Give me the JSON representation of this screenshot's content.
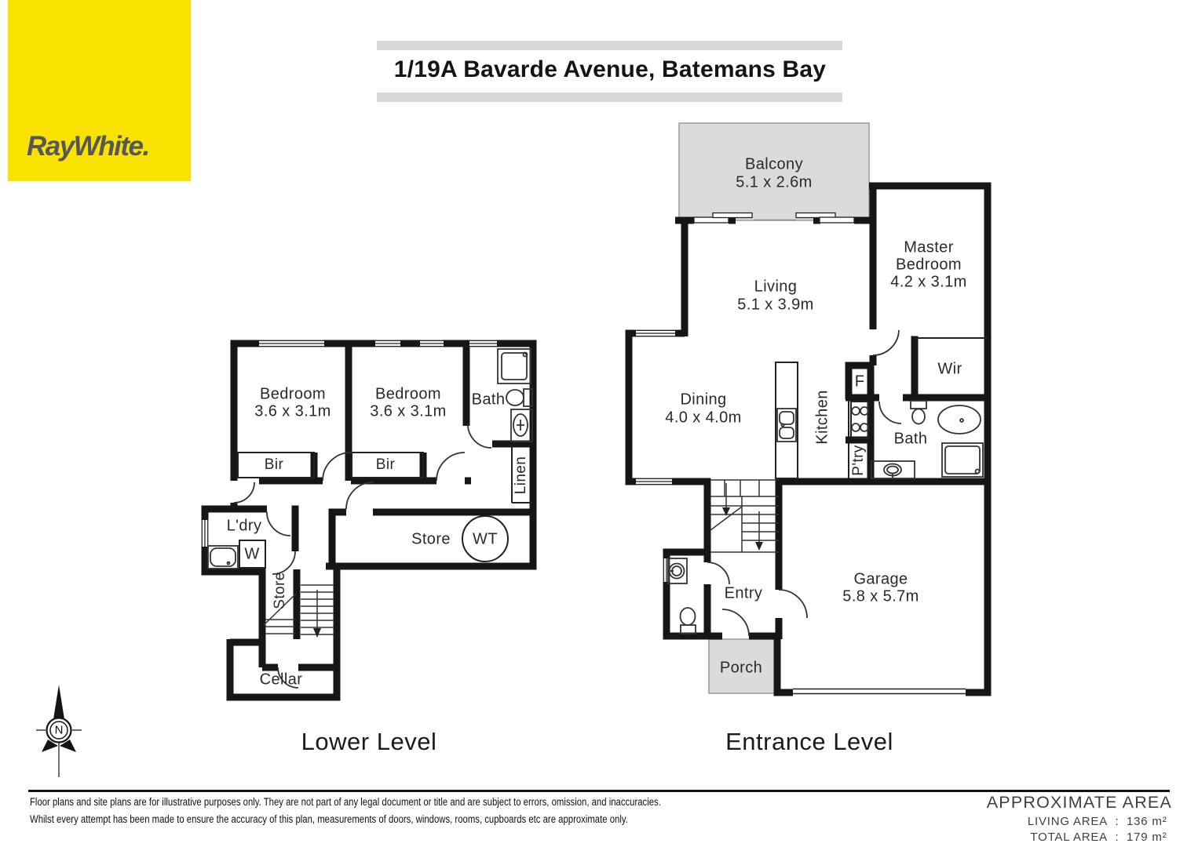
{
  "logo": {
    "brand": "RayWhite."
  },
  "header": {
    "title": "1/19A Bavarde Avenue, Batemans Bay"
  },
  "colors": {
    "brand_yellow": "#F9E200",
    "logo_text_gray": "#55575C",
    "wall_black": "#161616",
    "outdoor_fill_gray": "#DBDBDB",
    "header_bar_gray": "#D8D8D8"
  },
  "lower": {
    "caption": "Lower Level",
    "bedroom1_name": "Bedroom",
    "bedroom1_dims": "3.6 x 3.1m",
    "bedroom2_name": "Bedroom",
    "bedroom2_dims": "3.6 x 3.1m",
    "bath": "Bath",
    "bir1": "Bir",
    "bir2": "Bir",
    "linen": "Linen",
    "laundry": "L'dry",
    "washer": "W",
    "store": "Store",
    "water_tank": "WT",
    "store_under_stairs": "Store",
    "cellar": "Cellar"
  },
  "entrance": {
    "caption": "Entrance Level",
    "balcony_name": "Balcony",
    "balcony_dims": "5.1 x 2.6m",
    "living_name": "Living",
    "living_dims": "5.1 x 3.9m",
    "master_line1": "Master",
    "master_line2": "Bedroom",
    "master_dims": "4.2 x 3.1m",
    "wir": "Wir",
    "dining_name": "Dining",
    "dining_dims": "4.0 x 4.0m",
    "kitchen": "Kitchen",
    "fridge": "F",
    "pantry": "P'try",
    "bath": "Bath",
    "garage_name": "Garage",
    "garage_dims": "5.8 x 5.7m",
    "entry": "Entry",
    "porch": "Porch"
  },
  "compass": {
    "north": "N"
  },
  "footer": {
    "disclaimer_line1": "Floor plans and site plans are for illustrative purposes only. They are not part of any legal document or title and are subject to errors, omission, and inaccuracies.",
    "disclaimer_line2": "Whilst every attempt has been made to ensure the accuracy of this plan, measurements of doors, windows, rooms, cupboards etc are approximate only.",
    "area_heading": "APPROXIMATE AREA",
    "living_area_label": "LIVING AREA",
    "living_area_colon": ":",
    "living_area_value": "136 m²",
    "total_area_label": "TOTAL AREA",
    "total_area_colon": ":",
    "total_area_value": "179 m²"
  }
}
